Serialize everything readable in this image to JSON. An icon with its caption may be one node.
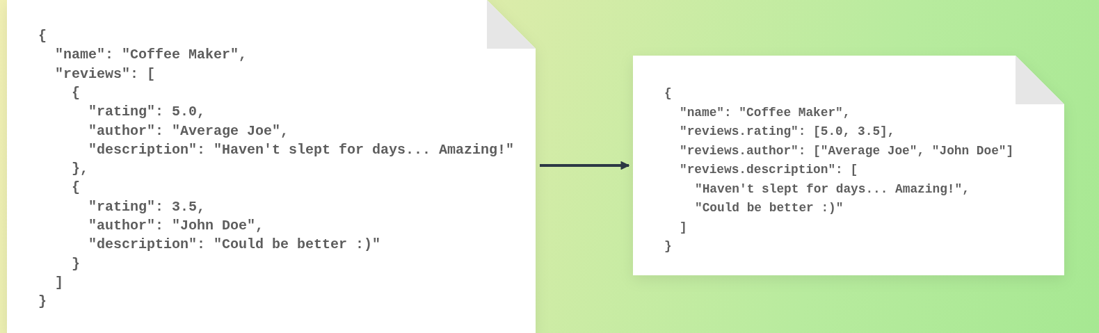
{
  "diagram": {
    "nodes": [
      {
        "text": [
          "{",
          "\"name\": \"Coffee Maker\",",
          "\"reviews\": [",
          "{",
          "\"rating\": 5.0,",
          "\"author\": \"Average Joe\",",
          "\"description\": \"Haven't slept for days... Amazing!\"",
          "},",
          "{",
          "\"rating\": 3.5,",
          "\"author\": \"John Doe\",",
          "\"description\": \"Could be better :)\"",
          "}",
          "]",
          "}"
        ]
      },
      {
        "text": [
          "{",
          "\"name\": \"Coffee Maker\",",
          "\"reviews.rating\": [5.0, 3.5],",
          "\"reviews.author\": [\"Average Joe\", \"John Doe\"]",
          "\"reviews.description\": [",
          "\"Haven't slept for days... Amazing!\",",
          "\"Could be better :)\"",
          "]",
          "}"
        ]
      }
    ],
    "edges": [
      {
        "from": 0,
        "to": 1,
        "arrow": "to"
      }
    ]
  }
}
